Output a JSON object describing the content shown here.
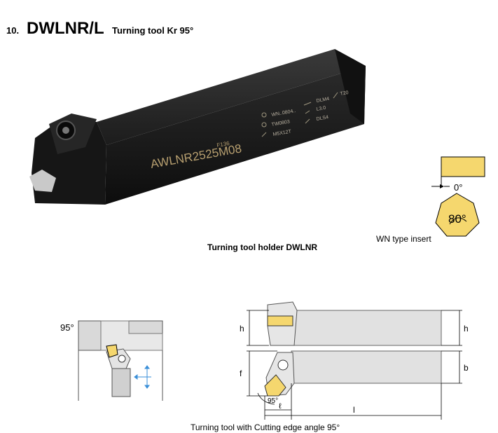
{
  "header": {
    "number": "10.",
    "code": "DWLNR/L",
    "description": "Turning tool Kr 95°"
  },
  "tool_photo": {
    "marking_main": "AWLNR2525M08",
    "marking_sub": "F136",
    "spare_parts": [
      "WN..0804..",
      "TW0803",
      "M5X12T",
      "DLM4",
      "L3.0",
      "DLS4",
      "T20"
    ],
    "caption": "Turning tool holder DWLNR"
  },
  "insert": {
    "clearance_angle": "0°",
    "corner_angle": "80°",
    "caption": "WN type insert",
    "color": "#F5D76E"
  },
  "diagram_left": {
    "angle": "95°"
  },
  "diagram_right": {
    "dim_h_top_left": "h",
    "dim_h_top_right": "h",
    "dim_f": "f",
    "dim_b": "b",
    "angle": "95°",
    "dim_l_small": "ℓ",
    "dim_l": "l"
  },
  "bottom_caption": "Turning tool with Cutting edge angle 95°"
}
